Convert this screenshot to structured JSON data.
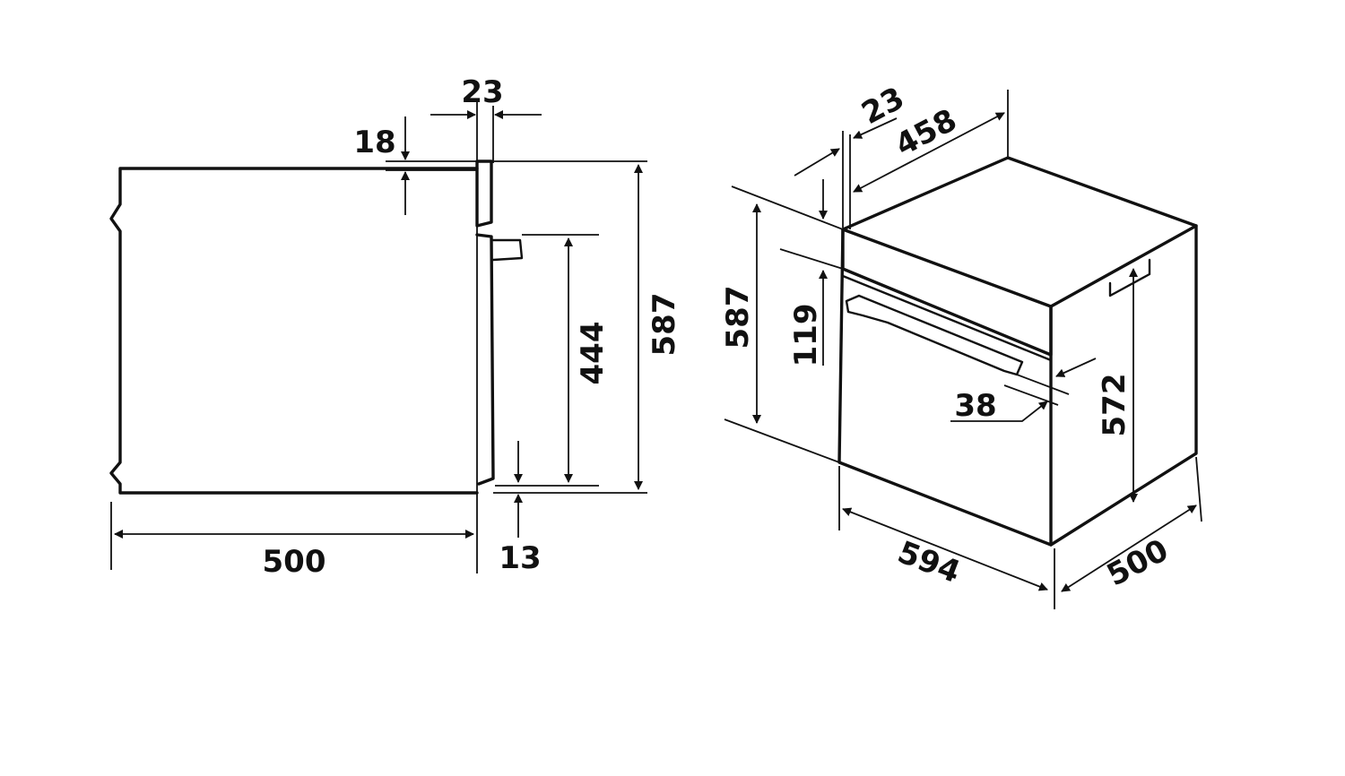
{
  "dimensions": {
    "side": {
      "gap": "23",
      "top_gap": "18",
      "door_height": "444",
      "total_height": "587",
      "depth": "500",
      "bottom_gap": "13"
    },
    "iso": {
      "gap": "23",
      "top_depth": "458",
      "front_height": "587",
      "panel_height": "119",
      "handle": "38",
      "side_height": "572",
      "width": "594",
      "depth": "500"
    }
  }
}
